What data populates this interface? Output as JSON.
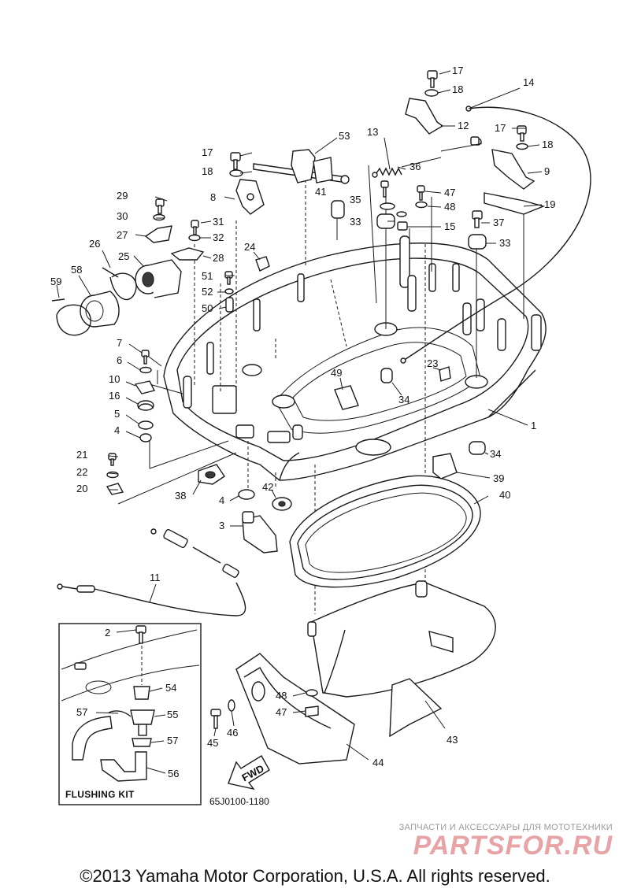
{
  "callouts": [
    {
      "id": "c17a",
      "label": "17"
    },
    {
      "id": "c18a",
      "label": "18"
    },
    {
      "id": "c14",
      "label": "14"
    },
    {
      "id": "c12",
      "label": "12"
    },
    {
      "id": "c17b",
      "label": "17"
    },
    {
      "id": "c18b",
      "label": "18"
    },
    {
      "id": "c13",
      "label": "13"
    },
    {
      "id": "c53",
      "label": "53"
    },
    {
      "id": "c36",
      "label": "36"
    },
    {
      "id": "c9",
      "label": "9"
    },
    {
      "id": "c17c",
      "label": "17"
    },
    {
      "id": "c18c",
      "label": "18"
    },
    {
      "id": "c41",
      "label": "41"
    },
    {
      "id": "c35",
      "label": "35"
    },
    {
      "id": "c47a",
      "label": "47"
    },
    {
      "id": "c48a",
      "label": "48"
    },
    {
      "id": "c19",
      "label": "19"
    },
    {
      "id": "c8",
      "label": "8"
    },
    {
      "id": "c29",
      "label": "29"
    },
    {
      "id": "c30",
      "label": "30"
    },
    {
      "id": "c31",
      "label": "31"
    },
    {
      "id": "c33a",
      "label": "33"
    },
    {
      "id": "c15",
      "label": "15"
    },
    {
      "id": "c37",
      "label": "37"
    },
    {
      "id": "c27",
      "label": "27"
    },
    {
      "id": "c32",
      "label": "32"
    },
    {
      "id": "c33b",
      "label": "33"
    },
    {
      "id": "c26",
      "label": "26"
    },
    {
      "id": "c28",
      "label": "28"
    },
    {
      "id": "c24",
      "label": "24"
    },
    {
      "id": "c25",
      "label": "25"
    },
    {
      "id": "c58",
      "label": "58"
    },
    {
      "id": "c51",
      "label": "51"
    },
    {
      "id": "c59",
      "label": "59"
    },
    {
      "id": "c52",
      "label": "52"
    },
    {
      "id": "c50",
      "label": "50"
    },
    {
      "id": "c7",
      "label": "7"
    },
    {
      "id": "c6",
      "label": "6"
    },
    {
      "id": "c23",
      "label": "23"
    },
    {
      "id": "c49",
      "label": "49"
    },
    {
      "id": "c10",
      "label": "10"
    },
    {
      "id": "c16",
      "label": "16"
    },
    {
      "id": "c34a",
      "label": "34"
    },
    {
      "id": "c5",
      "label": "5"
    },
    {
      "id": "c1",
      "label": "1"
    },
    {
      "id": "c4a",
      "label": "4"
    },
    {
      "id": "c34b",
      "label": "34"
    },
    {
      "id": "c21",
      "label": "21"
    },
    {
      "id": "c22",
      "label": "22"
    },
    {
      "id": "c39",
      "label": "39"
    },
    {
      "id": "c20",
      "label": "20"
    },
    {
      "id": "c38",
      "label": "38"
    },
    {
      "id": "c40",
      "label": "40"
    },
    {
      "id": "c4b",
      "label": "4"
    },
    {
      "id": "c42",
      "label": "42"
    },
    {
      "id": "c3",
      "label": "3"
    },
    {
      "id": "c11",
      "label": "11"
    },
    {
      "id": "c2",
      "label": "2"
    },
    {
      "id": "c54",
      "label": "54"
    },
    {
      "id": "c48b",
      "label": "48"
    },
    {
      "id": "c57a",
      "label": "57"
    },
    {
      "id": "c55",
      "label": "55"
    },
    {
      "id": "c47b",
      "label": "47"
    },
    {
      "id": "c57b",
      "label": "57"
    },
    {
      "id": "c45",
      "label": "45"
    },
    {
      "id": "c46",
      "label": "46"
    },
    {
      "id": "c43",
      "label": "43"
    },
    {
      "id": "c44",
      "label": "44"
    },
    {
      "id": "c56",
      "label": "56"
    }
  ],
  "fwd_arrow_label": "FWD",
  "kit_label": "FLUSHING KIT",
  "drawing_code": "65J0100-1180",
  "watermark": {
    "tagline": "ЗАПЧАСТИ И АКСЕССУАРЫ ДЛЯ МОТОТЕХНИКИ",
    "logo": "PARTSFOR.RU",
    "logo_color": "#e7a3a6"
  },
  "copyright": "©2013 Yamaha Motor Corporation, U.S.A. All rights reserved."
}
